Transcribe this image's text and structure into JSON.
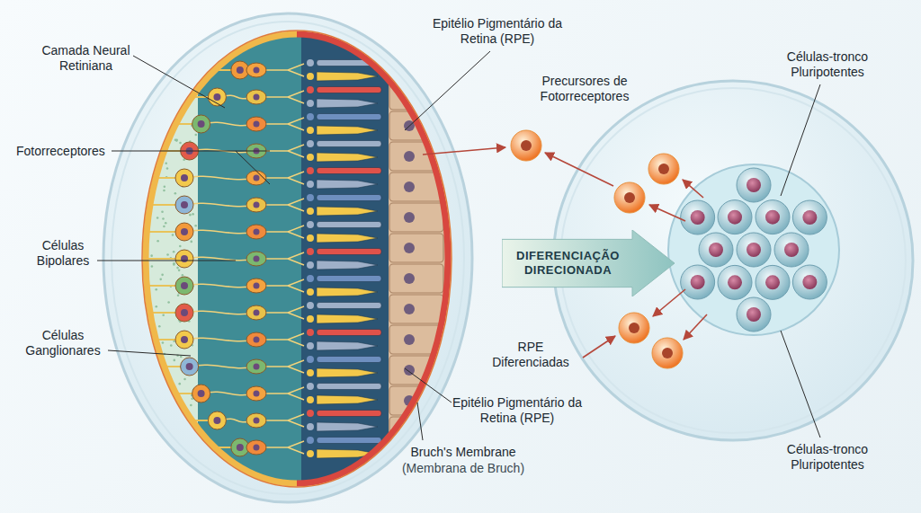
{
  "diagram": {
    "nodes": [
      {
        "text": [
          "DIFERENCIAÇÃO DIRECIONADA"
        ]
      }
    ],
    "labels": [
      "Camada Neural Retiniana",
      "Fotorreceptores",
      "Células Bipolares",
      "Células Ganglionares",
      "Epitélio Pigmentário da Retina (RPE)",
      "Precursores de Fotorreceptores",
      "Células-tronco Pluripotentes",
      "RPE Diferenciadas",
      "Epitélio Pigmentário da Retina (RPE)",
      "Bruch's Membrane",
      "(Membrana de Bruch)",
      "Células-tronco Pluripotentes"
    ]
  }
}
